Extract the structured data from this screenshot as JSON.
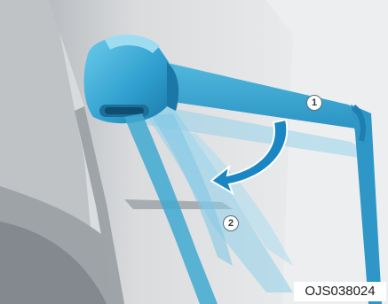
{
  "illustration": {
    "subject": "seat-belt-height-adjuster",
    "colors": {
      "background": "#ffffff",
      "pillar": "#d8dadc",
      "pillar_shadow": "#a9adb1",
      "panel": "#c4c7ca",
      "belt": "#3fa9d1",
      "belt_dark": "#1f7fae",
      "belt_ghost": "#8fd0ea",
      "arrow": "#1a86c4"
    },
    "markers": [
      {
        "label": "1"
      },
      {
        "label": "2"
      }
    ],
    "figure_code": "OJS038024"
  }
}
